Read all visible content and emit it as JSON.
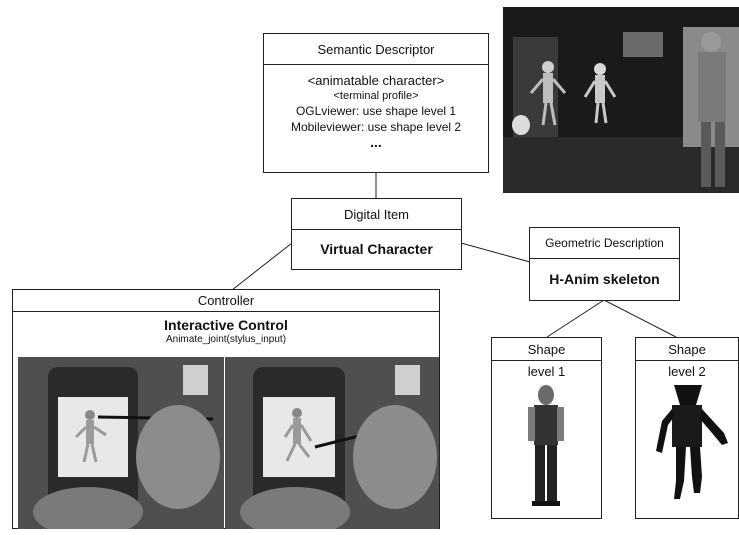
{
  "semantic_descriptor": {
    "title": "Semantic Descriptor",
    "line1": "<animatable character>",
    "line2": "<terminal profile>",
    "line3": "OGLviewer: use shape level 1",
    "line4": "Mobileviewer: use shape level 2",
    "ellipsis": "..."
  },
  "digital_item": {
    "title": "Digital Item",
    "content": "Virtual Character"
  },
  "geometric_description": {
    "title": "Geometric Description",
    "content": "H-Anim skeleton"
  },
  "controller": {
    "title": "Controller",
    "heading": "Interactive Control",
    "function": "Animate_joint(stylus_input)"
  },
  "shapes": [
    {
      "title": "Shape",
      "level": "level 1"
    },
    {
      "title": "Shape",
      "level": "level 2"
    }
  ],
  "colors": {
    "stroke": "#222222",
    "background": "#ffffff",
    "photo_dark": "#1e1e1e"
  }
}
